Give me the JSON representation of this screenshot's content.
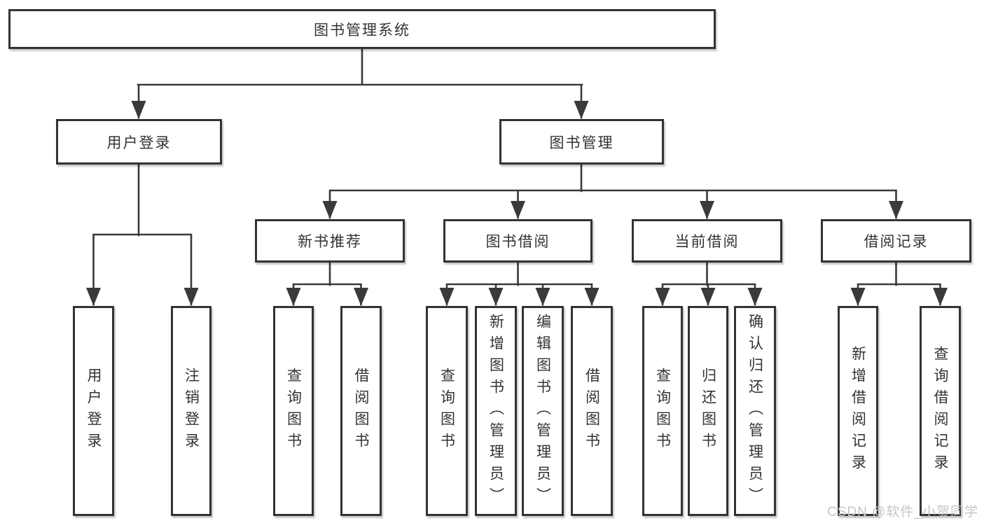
{
  "diagram": {
    "root": "图书管理系统",
    "user_login": {
      "label": "用户登录",
      "children": [
        "用户登录",
        "注销登录"
      ]
    },
    "book_management": {
      "label": "图书管理",
      "sections": [
        {
          "label": "新书推荐",
          "children": [
            "查询图书",
            "借阅图书"
          ]
        },
        {
          "label": "图书借阅",
          "children": [
            "查询图书",
            "新增图书（管理员）",
            "编辑图书（管理员）",
            "借阅图书"
          ]
        },
        {
          "label": "当前借阅",
          "children": [
            "查询图书",
            "归还图书",
            "确认归还（管理员）"
          ]
        },
        {
          "label": "借阅记录",
          "children": [
            "新增借阅记录",
            "查询借阅记录"
          ]
        }
      ]
    }
  },
  "watermark": "CSDN @软件_小贺同学",
  "colors": {
    "line": "#3a3a3a",
    "box_border": "#333333",
    "text": "#333333",
    "watermark": "#c5c5c5",
    "background": "#ffffff"
  }
}
